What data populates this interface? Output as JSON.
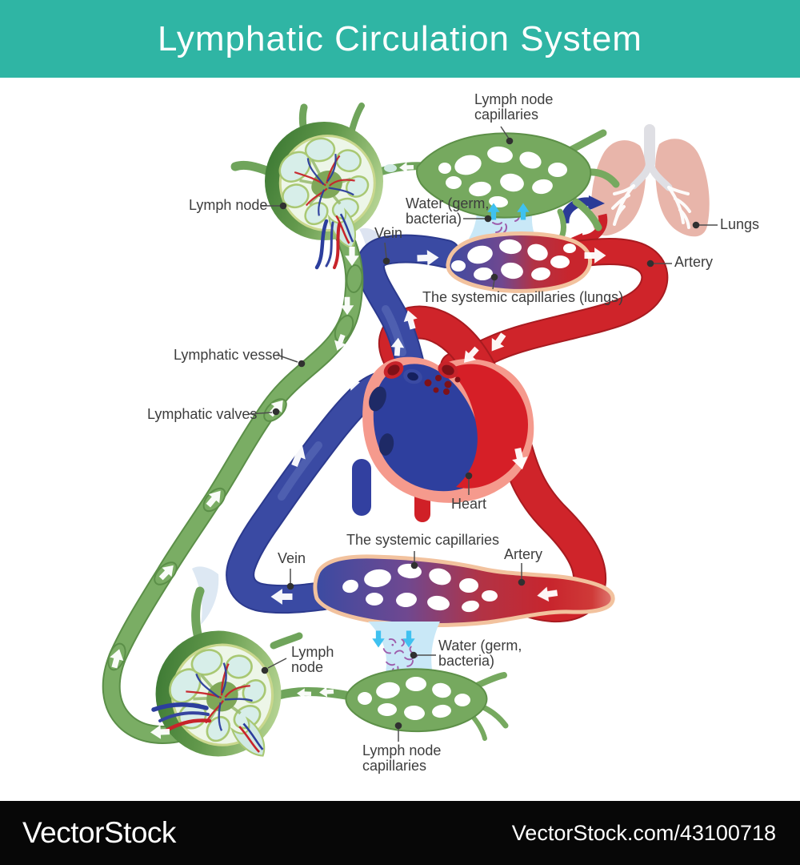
{
  "header": {
    "title": "Lymphatic Circulation System"
  },
  "labels": {
    "lymph_node_capillaries_top": "Lymph node\ncapillaries",
    "lymph_node_top": "Lymph node",
    "water_germ_top": "Water (germ,\nbacteria)",
    "vein_top": "Vein",
    "lungs": "Lungs",
    "artery_top": "Artery",
    "systemic_capillaries_lungs": "The systemic capillaries (lungs)",
    "lymphatic_vessel": "Lymphatic vessel",
    "lymphatic_valves": "Lymphatic valves",
    "heart": "Heart",
    "systemic_capillaries": "The systemic capillaries",
    "vein_bottom": "Vein",
    "artery_bottom": "Artery",
    "water_germ_bottom": "Water (germ,\nbacteria)",
    "lymph_node_bottom": "Lymph\nnode",
    "lymph_node_capillaries_bottom": "Lymph node\ncapillaries"
  },
  "footer": {
    "brand": "VectorStock",
    "credit": "VectorStock.com/43100718"
  },
  "colors": {
    "header_teal": "#2fb5a4",
    "lymph_green": "#7aad64",
    "vein_blue": "#3a4aa3",
    "artery_red": "#cf242a",
    "capillary_wall_peach": "#f2c29e",
    "water_blue": "#c9e8f7",
    "water_arrow_cyan": "#3fc1f0",
    "germ_purple": "#9a4fa4",
    "lungs_pink": "#e8b5aa",
    "heart_pink": "#f59a8d",
    "label_gray": "#3d3d3d",
    "footer_black": "#070707"
  }
}
